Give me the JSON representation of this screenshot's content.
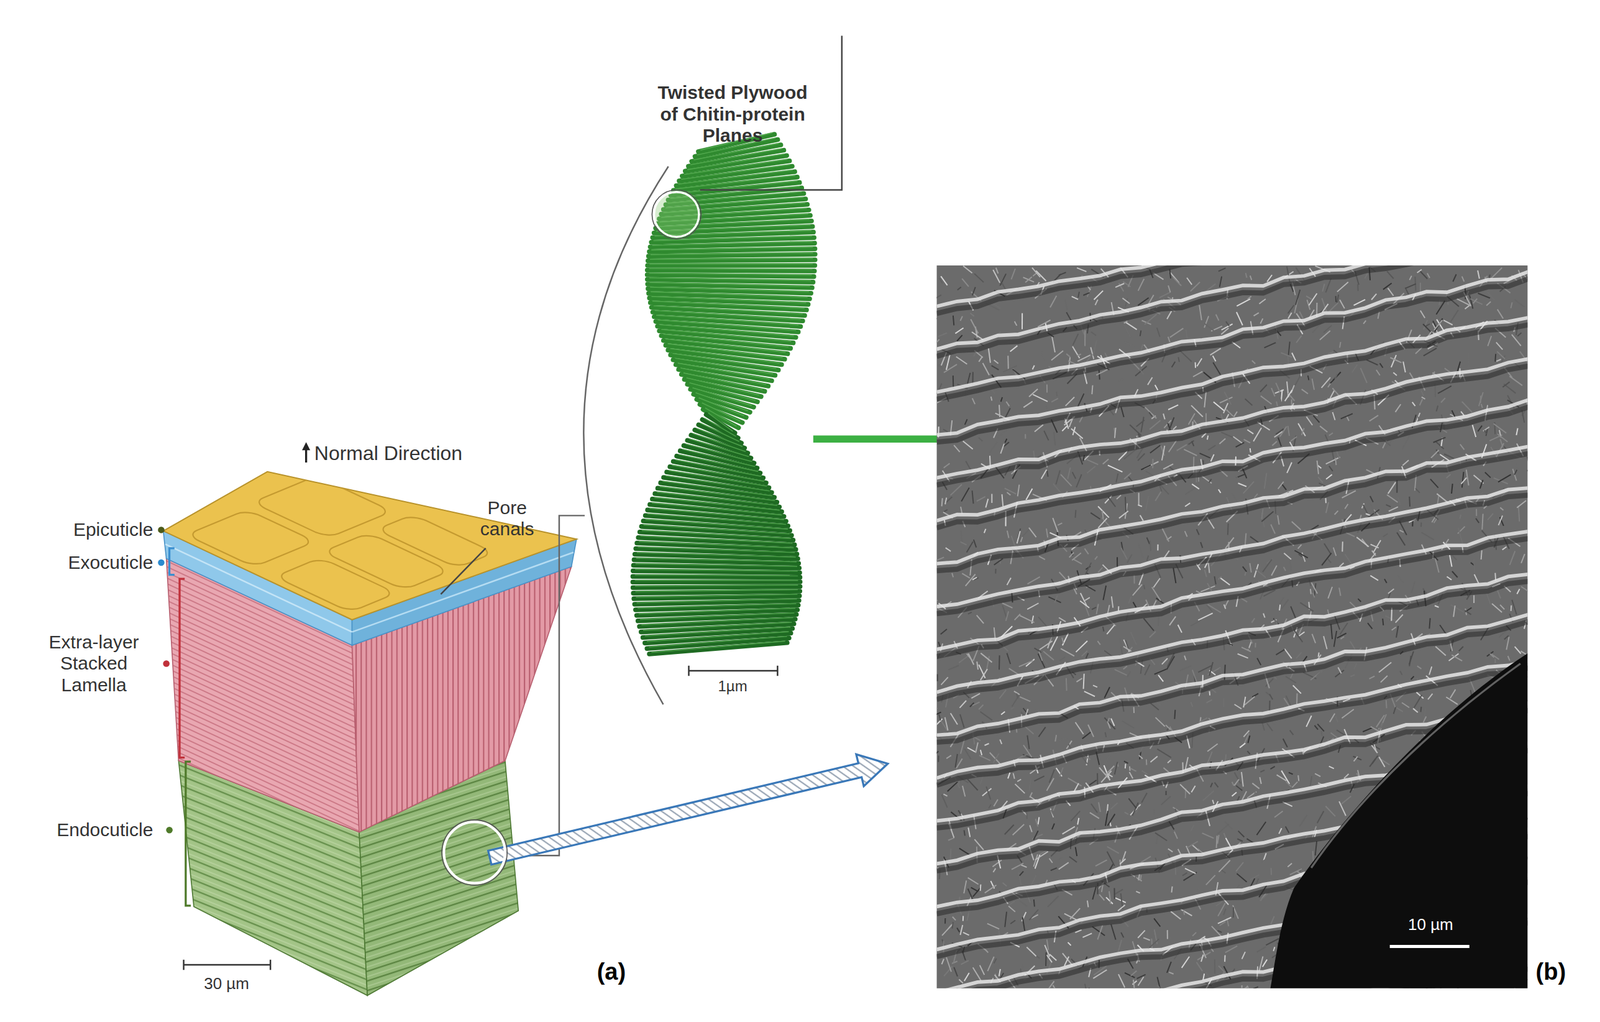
{
  "diagram": {
    "labels": [
      "Normal Direction",
      "Epicuticle",
      "Exocuticle",
      "Pore canals",
      "Extra-layer Stacked Lamella",
      "Endocuticle",
      "30 µm",
      "Twisted Plywood of Chitin-protein Planes",
      "1µm",
      "(a)",
      "10 µm",
      "(b)"
    ]
  }
}
